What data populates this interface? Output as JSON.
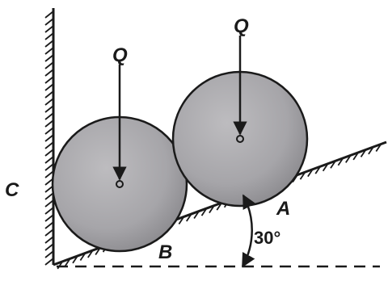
{
  "labels": {
    "load_left": "Q",
    "load_right": "Q",
    "point_wall": "C",
    "point_lower": "B",
    "point_upper": "A",
    "angle": "30°"
  },
  "colors": {
    "ink": "#1a1a1a",
    "sphere_fill": "#a9a8ab",
    "sphere_shade": "#8f8e92",
    "background": "#ffffff"
  }
}
